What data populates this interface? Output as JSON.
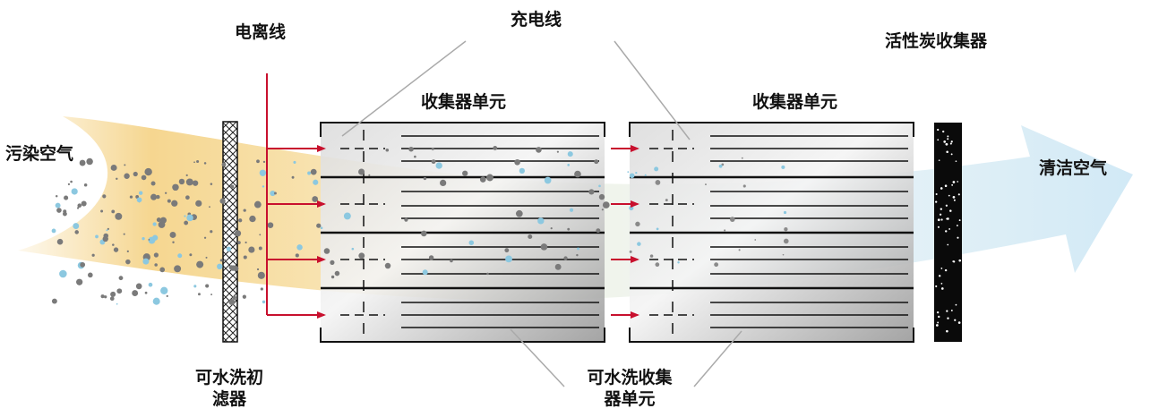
{
  "labels": {
    "ionization_wire": "电离线",
    "charging_wire": "充电线",
    "carbon_collector": "活性炭收集器",
    "collector_unit_1": "收集器单元",
    "collector_unit_2": "收集器单元",
    "dirty_air": "污染空气",
    "clean_air": "清洁空气",
    "prefilter_line1": "可水洗初",
    "prefilter_line2": "滤器",
    "washable_collector_line1": "可水洗收集",
    "washable_collector_line2": "器单元"
  },
  "colors": {
    "dirty_air": "#f5d48a",
    "clean_air": "#cfe8f5",
    "arrow_red": "#c8102e",
    "plate_line": "#111111",
    "particle_gray": "#7a7a7a",
    "particle_blue": "#8cc8e0",
    "carbon_black": "#0a0a0a"
  },
  "icons": {
    "prefilter": "mesh-filter-icon",
    "carbon_filter": "activated-carbon-block-icon",
    "ion_arrow": "red-arrow-icon"
  }
}
